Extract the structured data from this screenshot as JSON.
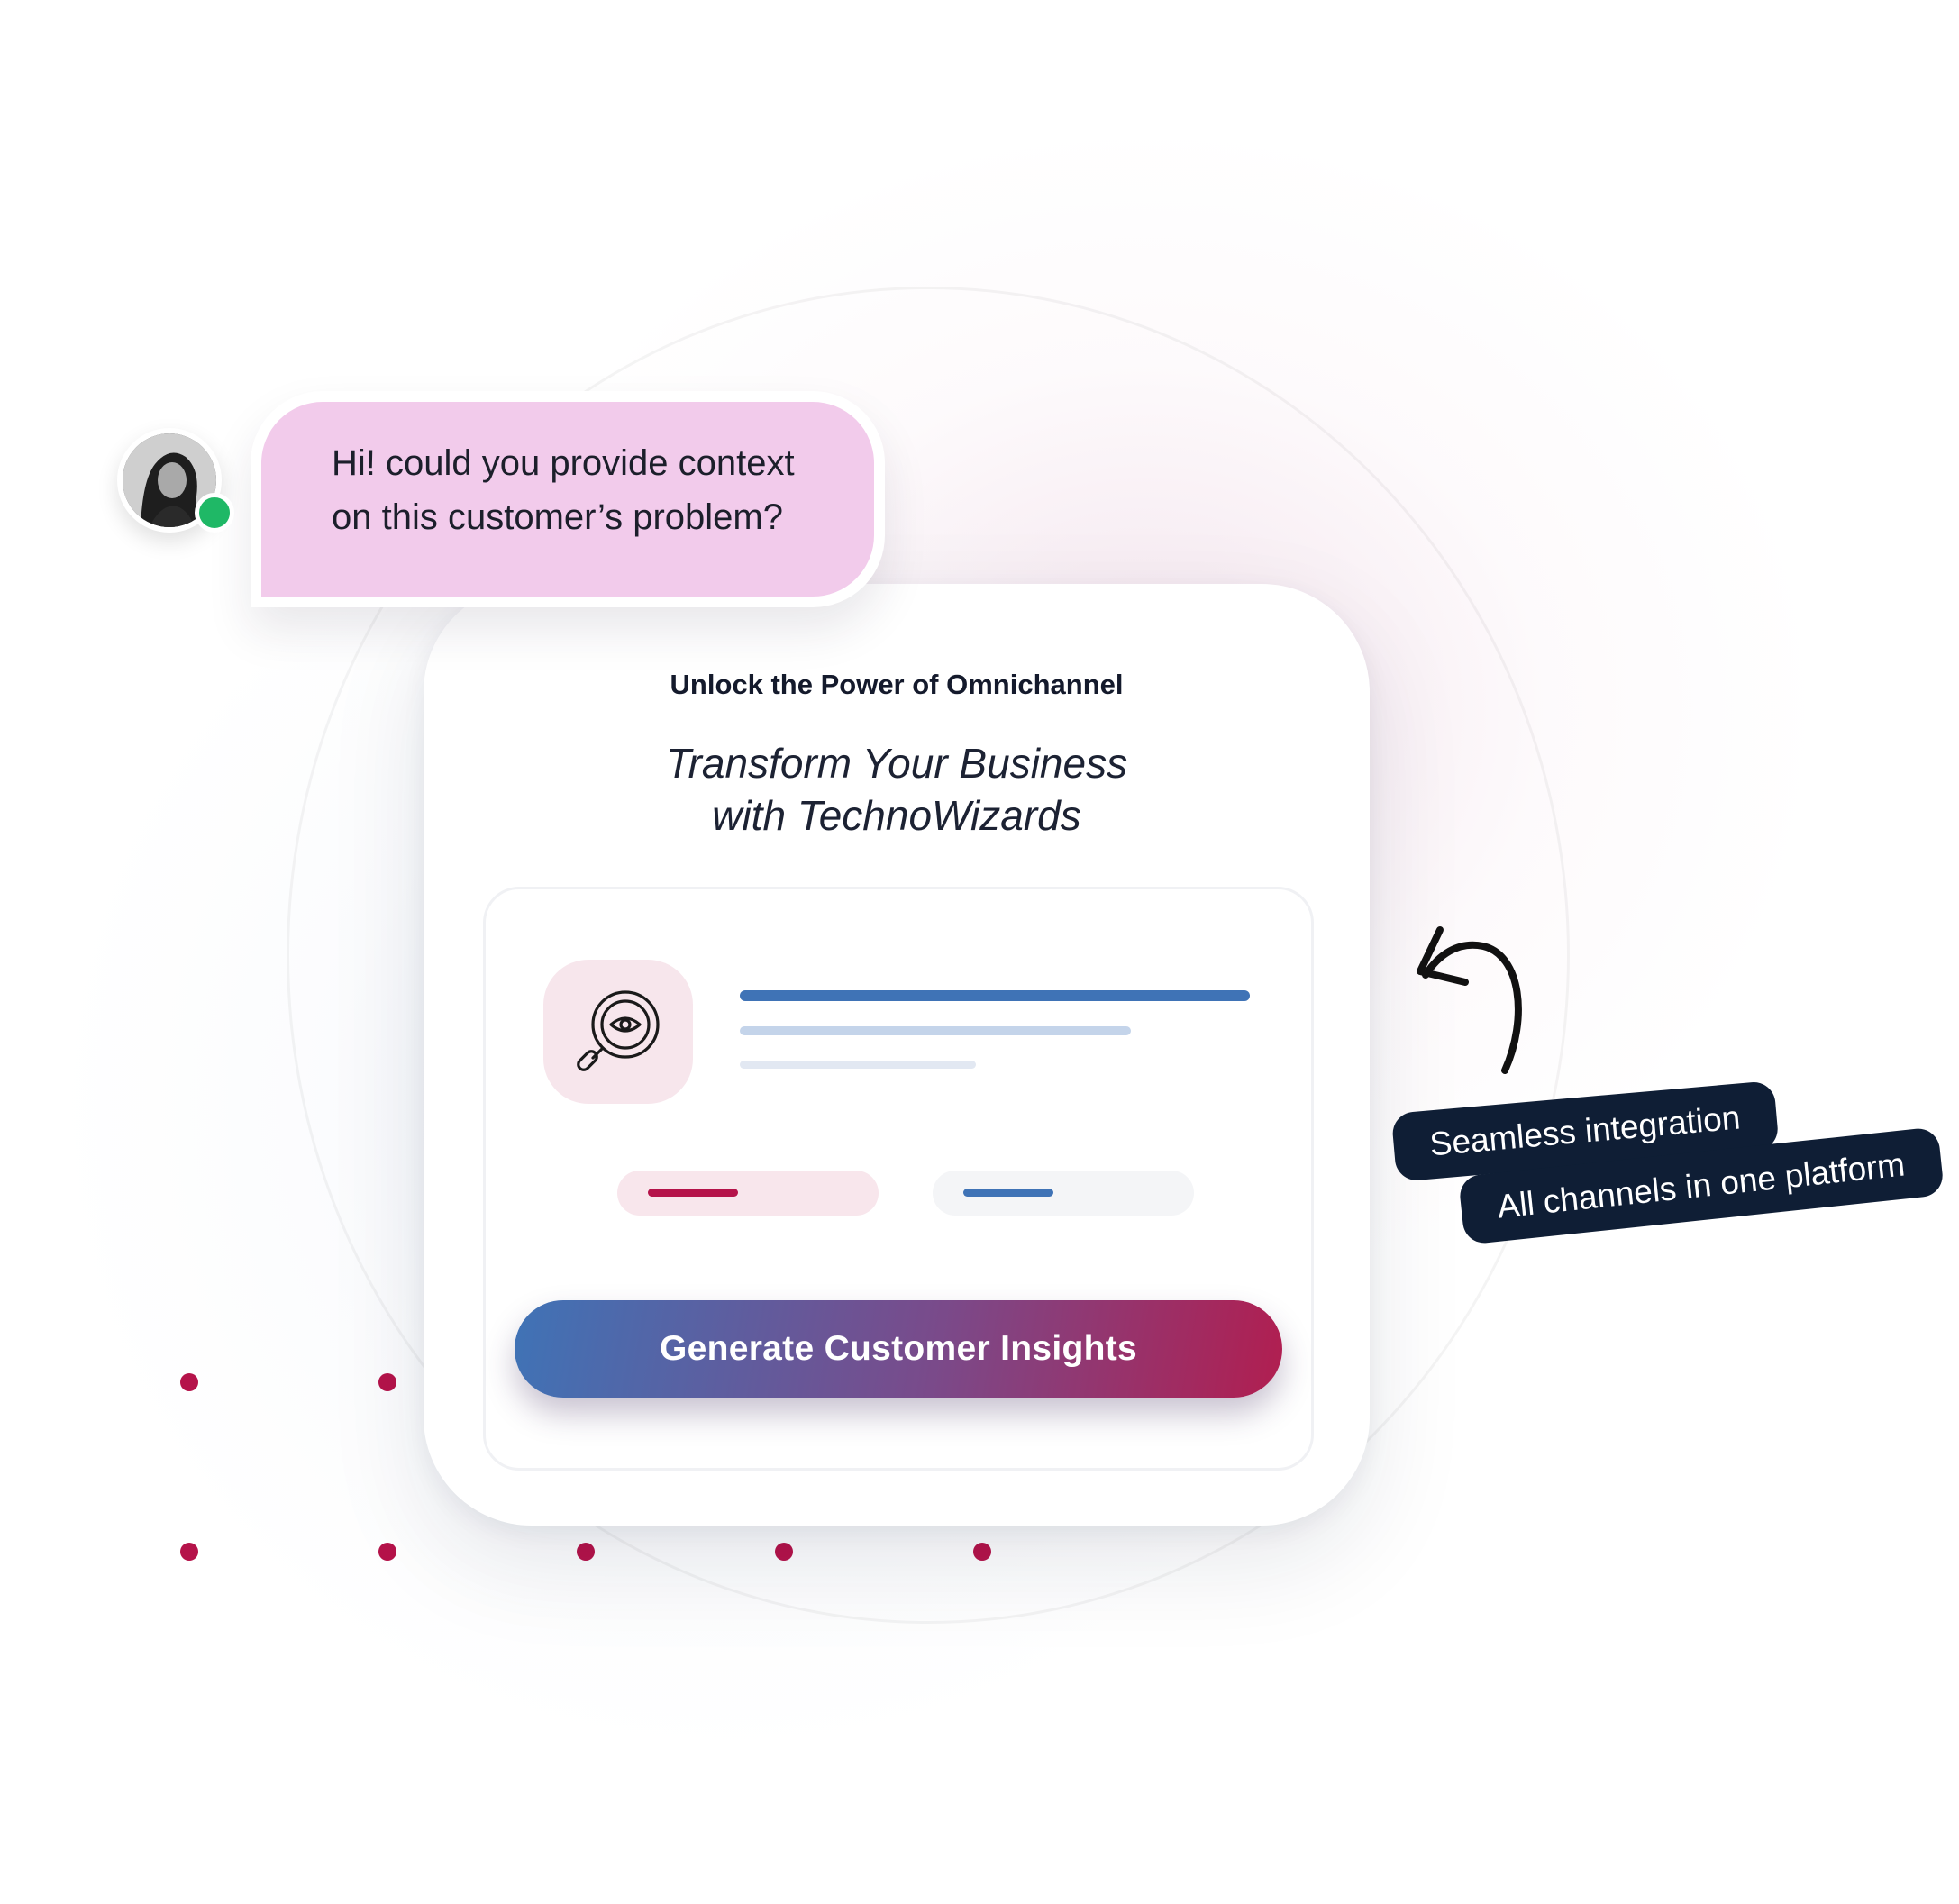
{
  "chat": {
    "message": "Hi! could you provide context on this customer’s problem?",
    "online": true
  },
  "card": {
    "eyebrow": "Unlock the Power of Omnichannel",
    "heading_line1": "Transform Your Business",
    "heading_line2": "with TechnoWizards",
    "icon": "magnifier-eye-icon",
    "cta_label": "Generate Customer Insights"
  },
  "tags": {
    "tag1": "Seamless integration",
    "tag2": "All channels in one platform"
  },
  "colors": {
    "accent_pink": "#b5134a",
    "accent_blue": "#3f73b6",
    "bubble_bg": "#f2cbeb",
    "tag_bg": "#0f1e35",
    "online_green": "#1fb866"
  }
}
